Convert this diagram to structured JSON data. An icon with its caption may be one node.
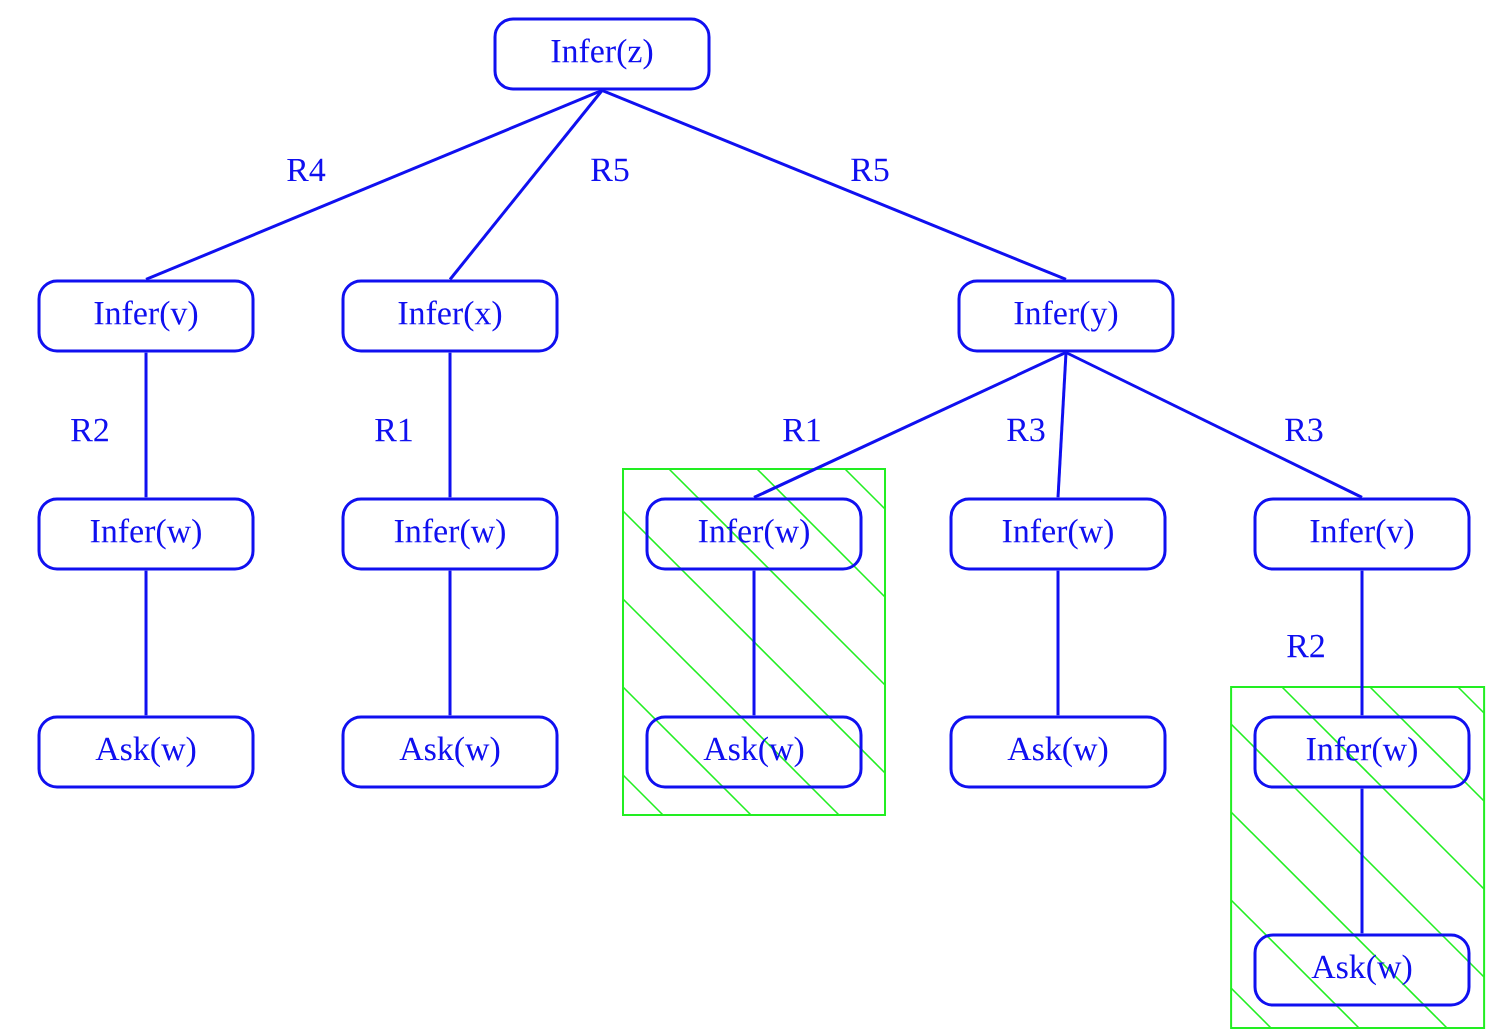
{
  "diagram": {
    "nodes": [
      {
        "text": [
          "Infer(z)"
        ]
      },
      {
        "text": [
          "Infer(v)"
        ]
      },
      {
        "text": [
          "Infer(x)"
        ]
      },
      {
        "text": [
          "Infer(y)"
        ]
      },
      {
        "text": [
          "Infer(w)"
        ]
      },
      {
        "text": [
          "Infer(w)"
        ]
      },
      {
        "text": [],
        "shape": "box"
      },
      {
        "text": [
          "Infer(w)"
        ],
        "in": 6
      },
      {
        "text": [
          "Infer(w)"
        ]
      },
      {
        "text": [
          "Infer(v)"
        ]
      },
      {
        "text": [
          "Ask(w)"
        ]
      },
      {
        "text": [
          "Ask(w)"
        ]
      },
      {
        "text": [
          "Ask(w)"
        ],
        "in": 6
      },
      {
        "text": [
          "Ask(w)"
        ]
      },
      {
        "text": [],
        "shape": "box"
      },
      {
        "text": [
          "Infer(w)"
        ],
        "in": 14
      },
      {
        "text": [
          "Ask(w)"
        ],
        "in": 14
      }
    ],
    "edges": [
      {
        "from": 0,
        "to": 1,
        "arrow": "none",
        "label": "R4"
      },
      {
        "from": 0,
        "to": 2,
        "arrow": "none",
        "label": "R5"
      },
      {
        "from": 0,
        "to": 3,
        "arrow": "none",
        "label": "R5"
      },
      {
        "from": 1,
        "to": 4,
        "arrow": "none",
        "label": "R2"
      },
      {
        "from": 2,
        "to": 5,
        "arrow": "none",
        "label": "R1"
      },
      {
        "from": 3,
        "to": 7,
        "arrow": "none",
        "label": "R1"
      },
      {
        "from": 3,
        "to": 8,
        "arrow": "none",
        "label": "R3"
      },
      {
        "from": 3,
        "to": 9,
        "arrow": "none",
        "label": "R3"
      },
      {
        "from": 4,
        "to": 10,
        "arrow": "none"
      },
      {
        "from": 5,
        "to": 11,
        "arrow": "none"
      },
      {
        "from": 7,
        "to": 12,
        "arrow": "none"
      },
      {
        "from": 8,
        "to": 13,
        "arrow": "none"
      },
      {
        "from": 9,
        "to": 15,
        "arrow": "none",
        "label": "R2"
      },
      {
        "from": 15,
        "to": 16,
        "arrow": "none"
      }
    ]
  }
}
